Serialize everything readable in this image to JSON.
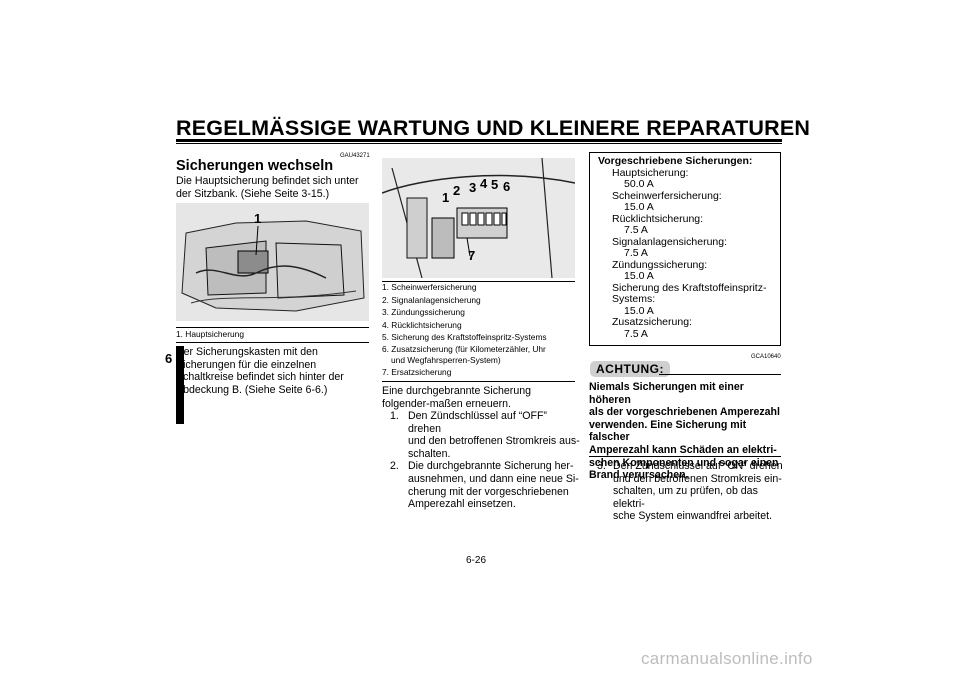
{
  "header": {
    "title": "REGELMÄSSIGE WARTUNG UND KLEINERE REPARATUREN"
  },
  "chapter_tab": "6",
  "col1": {
    "code": "GAU43271",
    "title": "Sicherungen wechseln",
    "intro": "Die Hauptsicherung befindet sich unter der Sitzbank. (Siehe Seite 3-15.)",
    "figure_callouts": [
      "1"
    ],
    "captions": [
      "1. Hauptsicherung"
    ],
    "para2": "Der Sicherungskasten mit den Sicherungen für die einzelnen Schaltkreise befindet sich hinter der Abdeckung B. (Siehe Seite 6-6.)"
  },
  "col2": {
    "figure_callouts": [
      "1",
      "2",
      "3",
      "4",
      "5",
      "6",
      "7"
    ],
    "captions": [
      "1. Scheinwerfersicherung",
      "2. Signalanlagensicherung",
      "3. Zündungssicherung",
      "4. Rücklichtsicherung",
      "5. Sicherung des Kraftstoffeinspritz-Systems",
      "6. Zusatzsicherung (für Kilometerzähler, Uhr",
      "und Wegfahrsperren-System)",
      "7. Ersatzsicherung"
    ],
    "intro": "Eine durchgebrannte Sicherung folgender-maßen erneuern.",
    "steps": [
      {
        "n": "1.",
        "lines": [
          "Den Zündschlüssel auf “OFF” drehen",
          "und den betroffenen Stromkreis aus-",
          "schalten."
        ]
      },
      {
        "n": "2.",
        "lines": [
          "Die durchgebrannte Sicherung her-",
          "ausnehmen, und dann eine neue Si-",
          "cherung mit der vorgeschriebenen",
          "Amperezahl einsetzen."
        ]
      }
    ]
  },
  "col3": {
    "spec": {
      "title": "Vorgeschriebene Sicherungen:",
      "rows": [
        {
          "label": "Hauptsicherung:",
          "value": "50.0 A"
        },
        {
          "label": "Scheinwerfersicherung:",
          "value": "15.0 A"
        },
        {
          "label": "Rücklichtsicherung:",
          "value": "7.5 A"
        },
        {
          "label": "Signalanlagensicherung:",
          "value": "7.5 A"
        },
        {
          "label": "Zündungssicherung:",
          "value": "15.0 A"
        },
        {
          "label": "Sicherung des Kraftstoffeinspritz-",
          "label2": "Systems:",
          "value": "15.0 A"
        },
        {
          "label": "Zusatzsicherung:",
          "value": "7.5 A"
        }
      ]
    },
    "warning_code": "GCA10640",
    "warning_label": "ACHTUNG:",
    "warning_lines": [
      "Niemals Sicherungen mit einer höheren",
      "als der vorgeschriebenen Amperezahl",
      "verwenden. Eine Sicherung mit falscher",
      "Amperezahl kann Schäden an elektri-",
      "schen Komponenten und sogar einen",
      "Brand verursachen."
    ],
    "step3": {
      "n": "3.",
      "lines": [
        "Den Zündschlüssel auf “ON” drehen",
        "und den betroffenen Stromkreis ein-",
        "schalten, um zu prüfen, ob das elektri-",
        "sche System einwandfrei arbeitet."
      ]
    }
  },
  "page_number": "6-26",
  "watermark": "carmanualsonline.info"
}
